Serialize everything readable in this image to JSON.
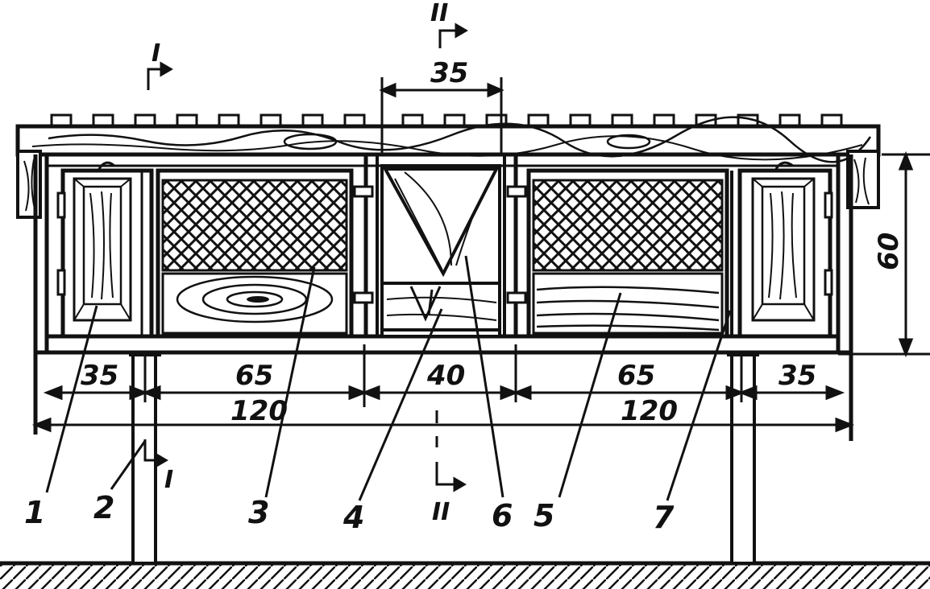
{
  "dimensions": {
    "top_center": "35",
    "height": "60",
    "bottom_left_small": "35",
    "bottom_left_mid": "65",
    "bottom_center": "40",
    "bottom_right_mid": "65",
    "bottom_right_small": "35",
    "bottom_left_total": "120",
    "bottom_right_total": "120"
  },
  "section_marks": {
    "section_1_top": "I",
    "section_1_bottom": "I",
    "section_2_top": "II",
    "section_2_bottom": "II"
  },
  "callouts": [
    "1",
    "2",
    "3",
    "4",
    "6",
    "5",
    "7"
  ],
  "colors": {
    "ink": "#111111",
    "paper": "#ffffff"
  }
}
